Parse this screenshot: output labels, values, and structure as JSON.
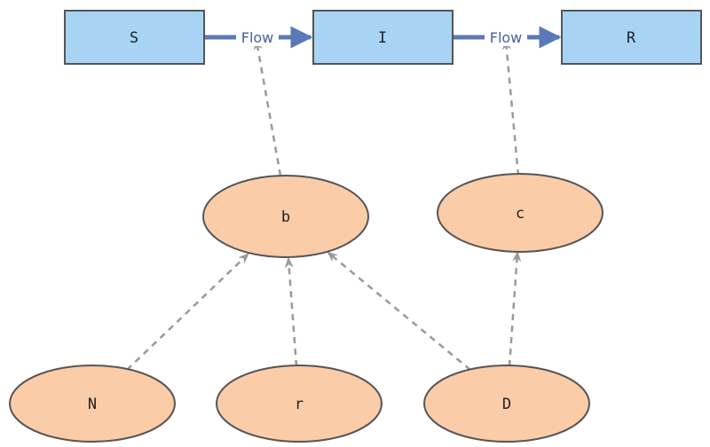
{
  "diagram": {
    "colors": {
      "stock_fill": "#a7d4f5",
      "variable_fill": "#fbcca8",
      "node_stroke": "#555555",
      "flow_color": "#5b78b8",
      "dependency_color": "#9a9a9a"
    },
    "stocks": [
      {
        "id": "S",
        "label": "S"
      },
      {
        "id": "I",
        "label": "I"
      },
      {
        "id": "R",
        "label": "R"
      }
    ],
    "flows": [
      {
        "from": "S",
        "to": "I",
        "label": "Flow"
      },
      {
        "from": "I",
        "to": "R",
        "label": "Flow"
      }
    ],
    "variables": [
      {
        "id": "b",
        "label": "b"
      },
      {
        "id": "c",
        "label": "c"
      },
      {
        "id": "N",
        "label": "N"
      },
      {
        "id": "r",
        "label": "r"
      },
      {
        "id": "D",
        "label": "D"
      }
    ],
    "dependencies": [
      {
        "from": "b",
        "to": "flow-1"
      },
      {
        "from": "c",
        "to": "flow-2"
      },
      {
        "from": "N",
        "to": "b"
      },
      {
        "from": "r",
        "to": "b"
      },
      {
        "from": "D",
        "to": "b"
      },
      {
        "from": "D",
        "to": "c"
      }
    ]
  }
}
